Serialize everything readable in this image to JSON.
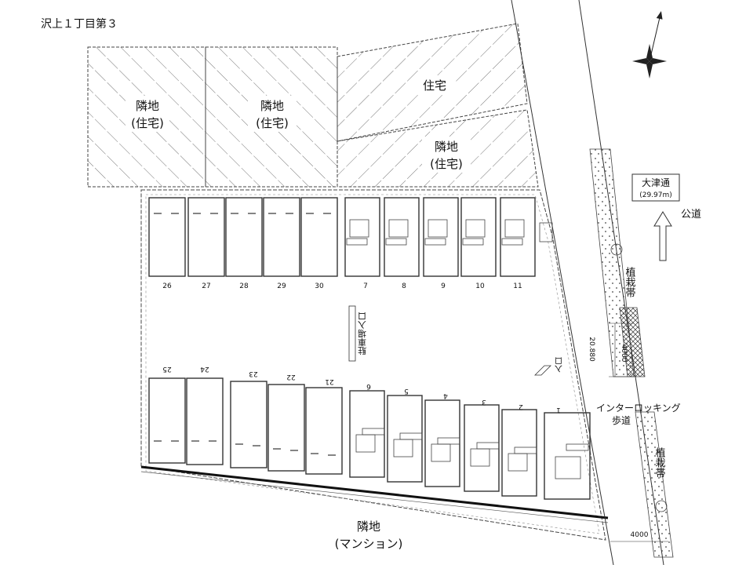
{
  "header": {
    "title": "沢上１丁目第３"
  },
  "neighbors": {
    "left_1": {
      "line1": "隣地",
      "line2": "(住宅)"
    },
    "left_2": {
      "line1": "隣地",
      "line2": "(住宅)"
    },
    "house": {
      "label": "住宅"
    },
    "right": {
      "line1": "隣地",
      "line2": "(住宅)"
    },
    "bottom": {
      "line1": "隣地",
      "line2": "(マンション)"
    }
  },
  "road": {
    "name": "大津通",
    "width": "(29.97m)",
    "public_road": "公道",
    "planting_top": "植栽帯",
    "planting_bottom": "植栽帯",
    "sidewalk_line1": "インターロッキング",
    "sidewalk_line2": "歩道",
    "dim_vertical": "4000",
    "dim_bottom": "4000",
    "dim_entrance": "20.880"
  },
  "aisle": {
    "label": "駐車場入口",
    "arrow_text": "入口"
  },
  "spaces_top": [
    "26",
    "27",
    "28",
    "29",
    "30",
    "7",
    "8",
    "9",
    "10",
    "11"
  ],
  "spaces_bottom": [
    "25",
    "24",
    "23",
    "22",
    "21",
    "6",
    "5",
    "4",
    "3",
    "2",
    "1"
  ],
  "colors": {
    "line": "#222222",
    "hatch": "#555555",
    "paper": "#ffffff"
  },
  "icons": {
    "compass": "compass-icon",
    "arrow": "north-arrow-icon"
  }
}
